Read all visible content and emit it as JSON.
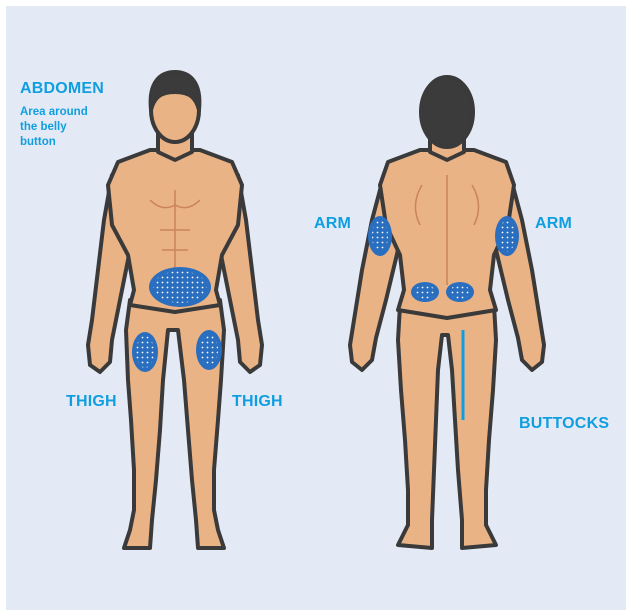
{
  "labels": {
    "abdomen": "ABDOMEN",
    "abdomen_note_line1": "Area around",
    "abdomen_note_line2": "the belly",
    "abdomen_note_line3": "button",
    "thigh_left": "THIGH",
    "thigh_right": "THIGH",
    "arm_left": "ARM",
    "arm_right": "ARM",
    "buttocks": "BUTTOCKS"
  },
  "colors": {
    "background": "#e4eaf5",
    "skin": "#eab386",
    "skin_shadow": "#d99a6c",
    "outline": "#3a3a3a",
    "hair": "#3b3b3b",
    "zone": "#2a6ebf",
    "label": "#0f9fe0"
  }
}
